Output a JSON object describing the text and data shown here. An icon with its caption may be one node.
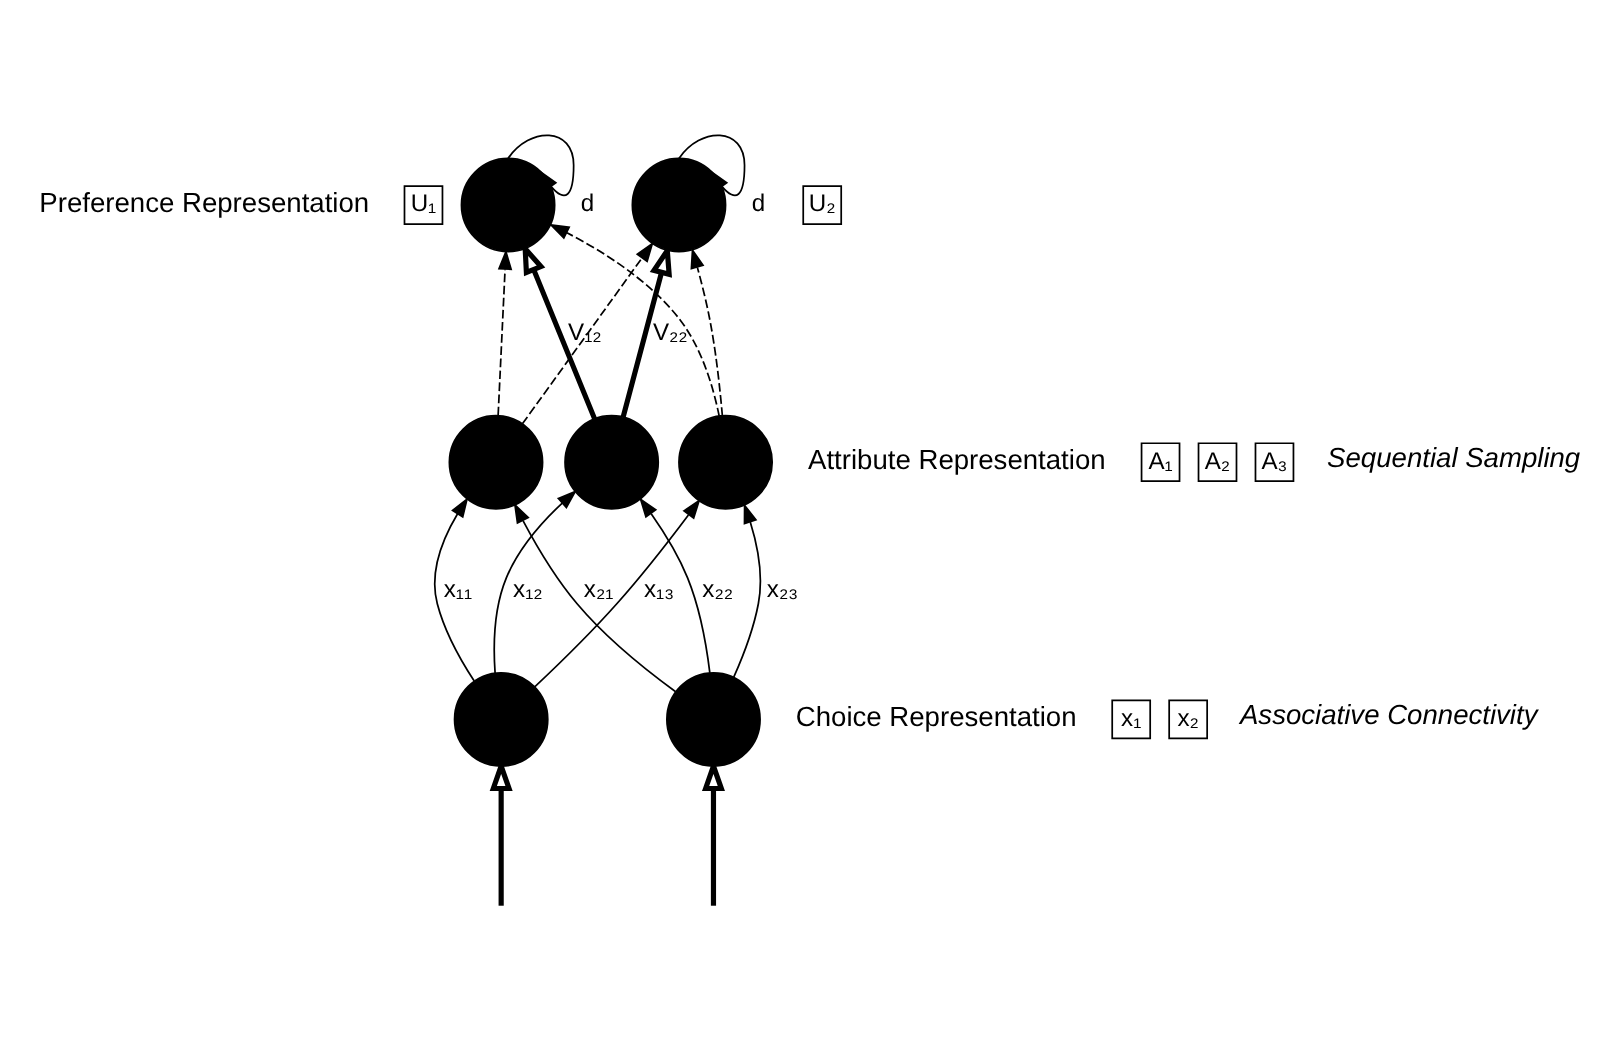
{
  "diagram": {
    "nodes": [
      {
        "text": [
          "U₁"
        ]
      },
      {
        "text": [],
        "shape": "circle"
      },
      {
        "text": [
          "U₂"
        ]
      },
      {
        "text": [],
        "shape": "circle"
      },
      {
        "text": [
          "A₁"
        ]
      },
      {
        "text": [],
        "shape": "circle"
      },
      {
        "text": [
          "A₂"
        ]
      },
      {
        "text": [],
        "shape": "circle"
      },
      {
        "text": [
          "A₃"
        ]
      },
      {
        "text": [],
        "shape": "circle"
      },
      {
        "text": [
          "x₁"
        ]
      },
      {
        "text": [],
        "shape": "circle"
      },
      {
        "text": [
          "x₂"
        ]
      },
      {
        "text": [],
        "shape": "circle"
      }
    ],
    "edges": [
      {
        "from": 1,
        "to": 1,
        "label": "d",
        "arrow": "to"
      },
      {
        "from": 3,
        "to": 3,
        "label": "d",
        "arrow": "to"
      },
      {
        "from": 5,
        "to": 1,
        "arrow": "to",
        "style": "dashed"
      },
      {
        "from": 5,
        "to": 3,
        "arrow": "to",
        "style": "dashed"
      },
      {
        "from": 7,
        "to": 1,
        "label": "V₁₂",
        "arrow": "to",
        "style": "thick"
      },
      {
        "from": 7,
        "to": 3,
        "label": "V₂₂",
        "arrow": "to",
        "style": "thick"
      },
      {
        "from": 9,
        "to": 1,
        "arrow": "to",
        "style": "dashed"
      },
      {
        "from": 9,
        "to": 3,
        "arrow": "to",
        "style": "dashed"
      },
      {
        "from": 11,
        "to": 5,
        "label": "x₁₁",
        "arrow": "to"
      },
      {
        "from": 11,
        "to": 7,
        "label": "x₁₂",
        "arrow": "to"
      },
      {
        "from": 11,
        "to": 9,
        "label": "x₁₃",
        "arrow": "to"
      },
      {
        "from": 13,
        "to": 5,
        "label": "x₂₁",
        "arrow": "to"
      },
      {
        "from": 13,
        "to": 7,
        "label": "x₂₂",
        "arrow": "to"
      },
      {
        "from": 13,
        "to": 9,
        "label": "x₂₃",
        "arrow": "to"
      },
      {
        "from": null,
        "to": 11,
        "arrow": "to",
        "style": "thick"
      },
      {
        "from": null,
        "to": 13,
        "arrow": "to",
        "style": "thick"
      }
    ],
    "labels": [
      "Preference Representation",
      "Sequential Sampling",
      "Attribute Representation",
      "Associative Connectivity",
      "Choice Representation"
    ]
  }
}
